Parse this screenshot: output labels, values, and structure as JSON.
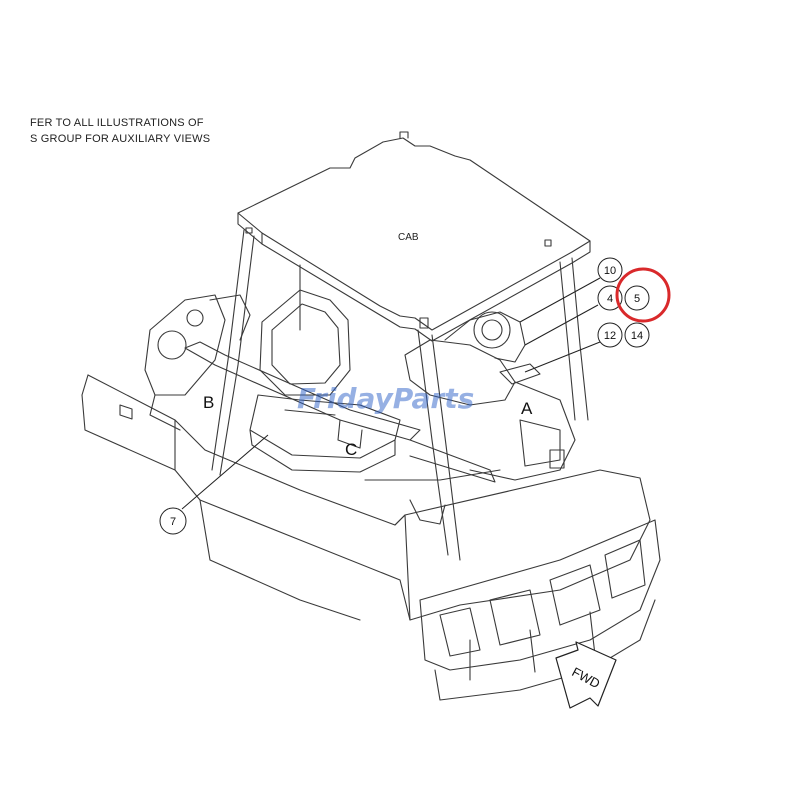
{
  "notes": {
    "line1": "FER TO ALL ILLUSTRATIONS OF",
    "line2": "S GROUP FOR AUXILIARY VIEWS"
  },
  "labels": {
    "cab": "CAB",
    "zone_a": "A",
    "zone_b": "B",
    "zone_c": "C",
    "fwd": "FWD"
  },
  "callouts": {
    "c10": "10",
    "c4": "4",
    "c5": "5",
    "c12": "12",
    "c14": "14",
    "c7": "7"
  },
  "watermark": "FridayParts",
  "colors": {
    "line": "#3a3a3a",
    "highlight": "#d9292b",
    "watermark": "#2f63c9"
  }
}
